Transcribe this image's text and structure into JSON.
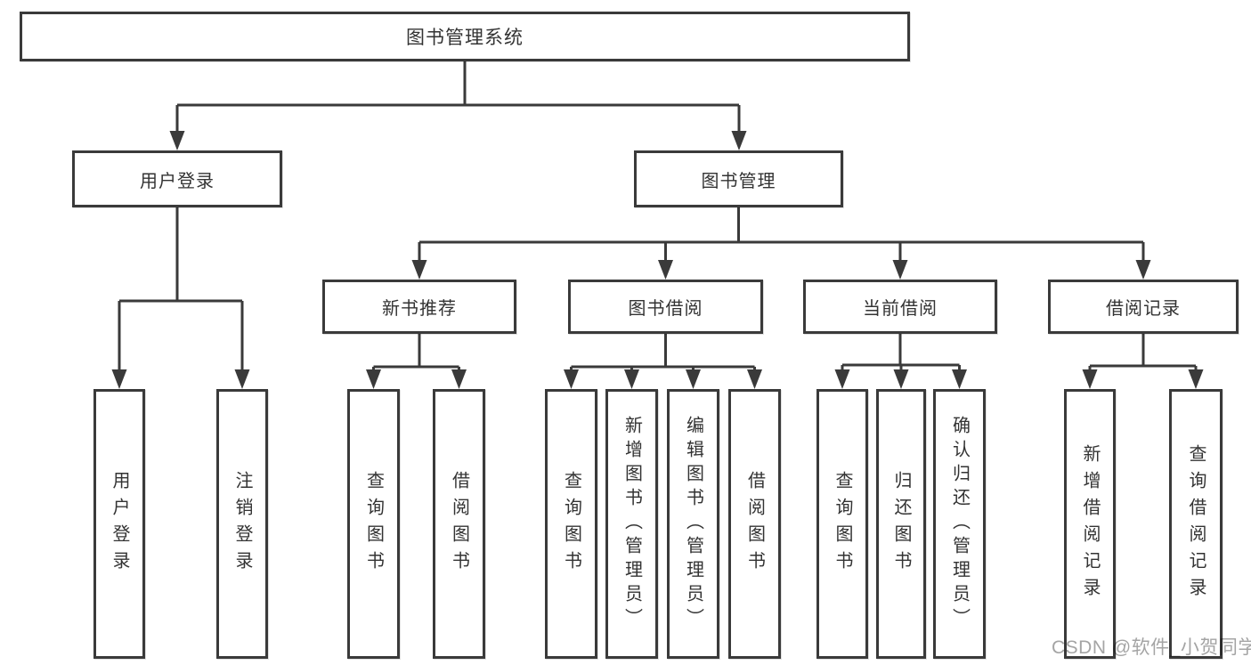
{
  "tree": {
    "root": {
      "label": "图书管理系统"
    },
    "user_branch": {
      "label": "用户登录",
      "children": [
        {
          "label": "用户登录"
        },
        {
          "label": "注销登录"
        }
      ]
    },
    "book_branch": {
      "label": "图书管理",
      "groups": [
        {
          "label": "新书推荐",
          "children": [
            {
              "label": "查询图书"
            },
            {
              "label": "借阅图书"
            }
          ]
        },
        {
          "label": "图书借阅",
          "children": [
            {
              "label": "查询图书"
            },
            {
              "label": "新增图书（管理员）"
            },
            {
              "label": "编辑图书（管理员）"
            },
            {
              "label": "借阅图书"
            }
          ]
        },
        {
          "label": "当前借阅",
          "children": [
            {
              "label": "查询图书"
            },
            {
              "label": "归还图书"
            },
            {
              "label": "确认归还（管理员）"
            }
          ]
        },
        {
          "label": "借阅记录",
          "children": [
            {
              "label": "新增借阅记录"
            },
            {
              "label": "查询借阅记录"
            }
          ]
        }
      ]
    }
  },
  "watermark": "CSDN @软件_小贺同学",
  "colors": {
    "line": "#3a3a3a",
    "text": "#333333",
    "background": "#ffffff",
    "watermark": "#949494"
  }
}
